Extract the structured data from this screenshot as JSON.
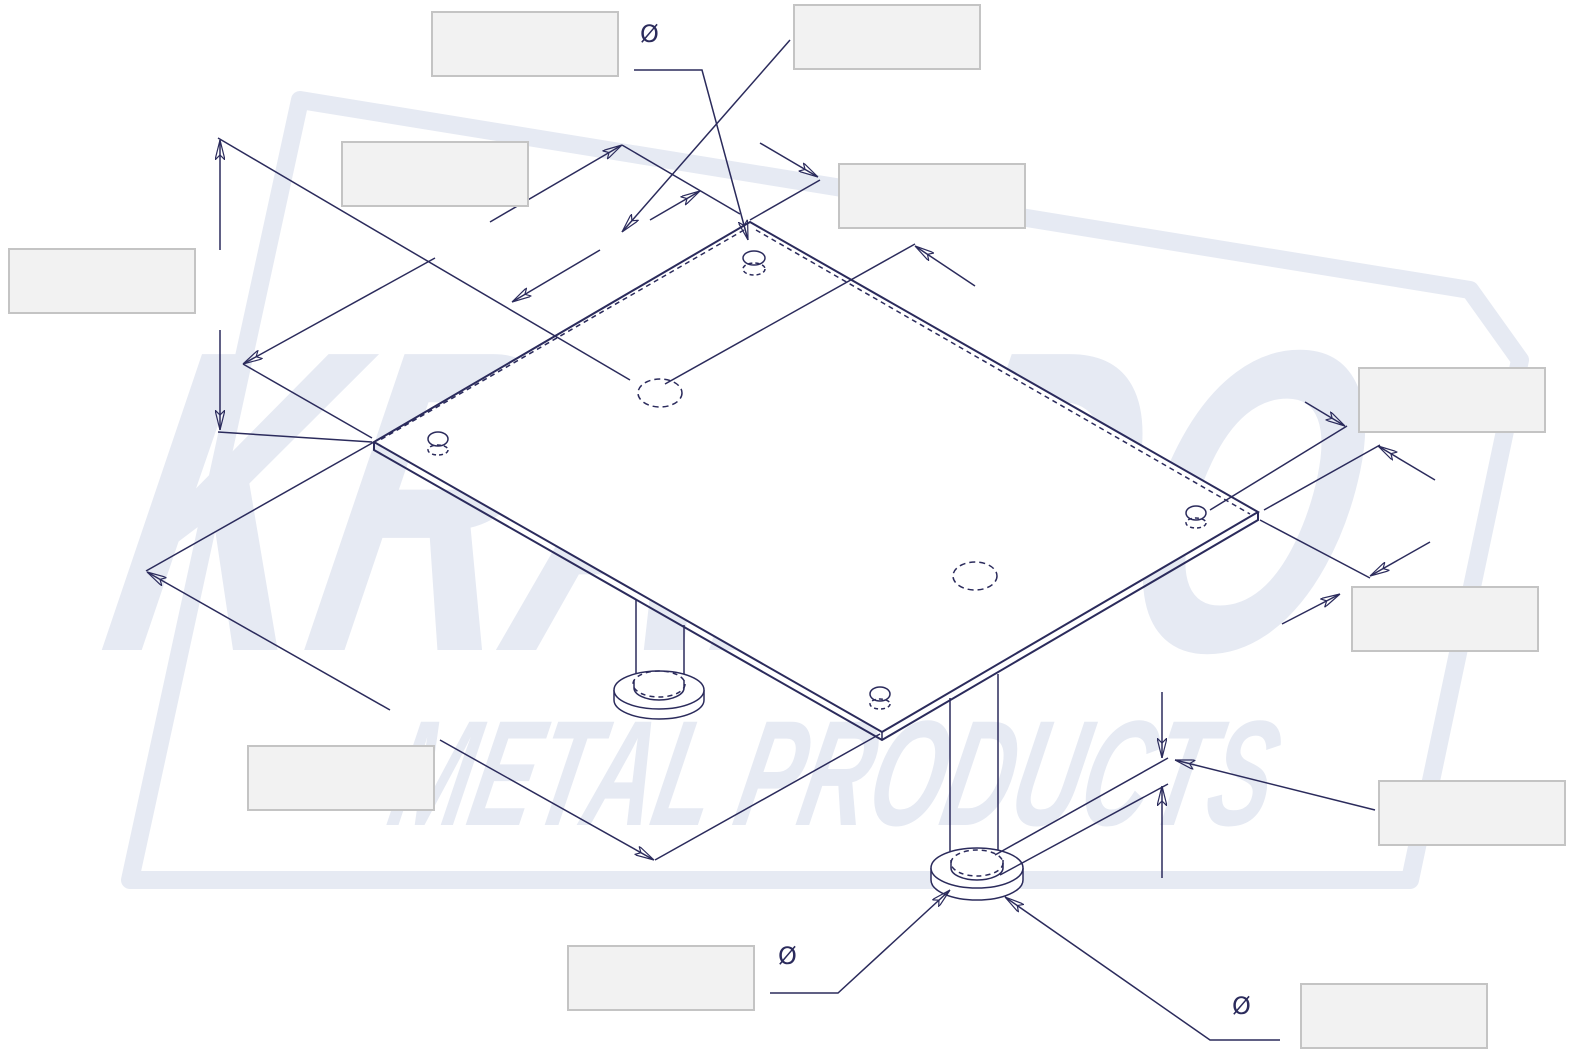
{
  "watermark": {
    "brand": "KRANDO",
    "subtitle": "METAL PRODUCTS",
    "color": "#e6eaf3"
  },
  "line_color": "#2b2b5c",
  "diameter_symbol": "Ø",
  "dimension_inputs": [
    {
      "name": "top-hole-diameter-input",
      "value": "",
      "has_diameter_symbol": true
    },
    {
      "name": "top-hole-inset-input",
      "value": "",
      "has_diameter_symbol": false
    },
    {
      "name": "hole-edge-offset-input",
      "value": "",
      "has_diameter_symbol": false
    },
    {
      "name": "right-top-offset-input",
      "value": "",
      "has_diameter_symbol": false
    },
    {
      "name": "overall-height-input",
      "value": "",
      "has_diameter_symbol": false
    },
    {
      "name": "right-hole-offset-input",
      "value": "",
      "has_diameter_symbol": false
    },
    {
      "name": "right-edge-offset-input",
      "value": "",
      "has_diameter_symbol": false
    },
    {
      "name": "plate-length-input",
      "value": "",
      "has_diameter_symbol": false
    },
    {
      "name": "foot-thickness-input",
      "value": "",
      "has_diameter_symbol": false
    },
    {
      "name": "leg-diameter-input",
      "value": "",
      "has_diameter_symbol": true
    },
    {
      "name": "foot-diameter-input",
      "value": "",
      "has_diameter_symbol": true
    }
  ]
}
